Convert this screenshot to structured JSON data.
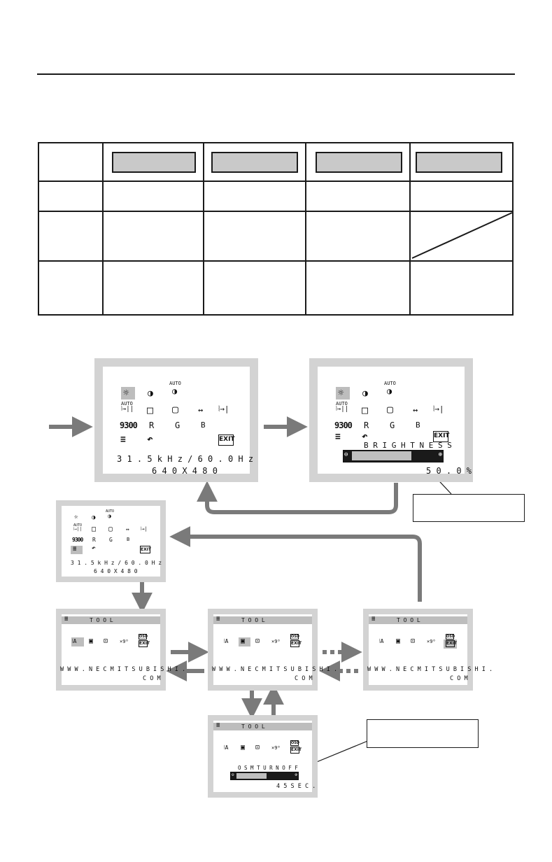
{
  "screens": {
    "main_menu": {
      "frequency": "3 1 . 5 k H z /  6 0 . 0 H z",
      "resolution": "6 4 0 X 4 8 0",
      "icons": {
        "row1": [
          "☼",
          "◑",
          "AUTO◑"
        ],
        "row2": [
          "AUTO ⇲",
          "□",
          "▭",
          "↔",
          "⦚→|"
        ],
        "row3": [
          "9300",
          "R",
          "G",
          "B"
        ],
        "row4": [
          "tool",
          "↶",
          "EXIT"
        ]
      }
    },
    "brightness": {
      "label": "B R I G H T N E S S",
      "value": "5 0 . 0 %",
      "level": 0.5
    },
    "tool": {
      "title": "T O O L",
      "url_line1": "W W W . N E C M I T S U B I S H I .",
      "url_line2": "C O M",
      "exit": "EXIT"
    },
    "osm_turn_off": {
      "label": "O S M  T U R N  O F F",
      "value": "4 5 S E C .",
      "level": 0.55
    }
  }
}
